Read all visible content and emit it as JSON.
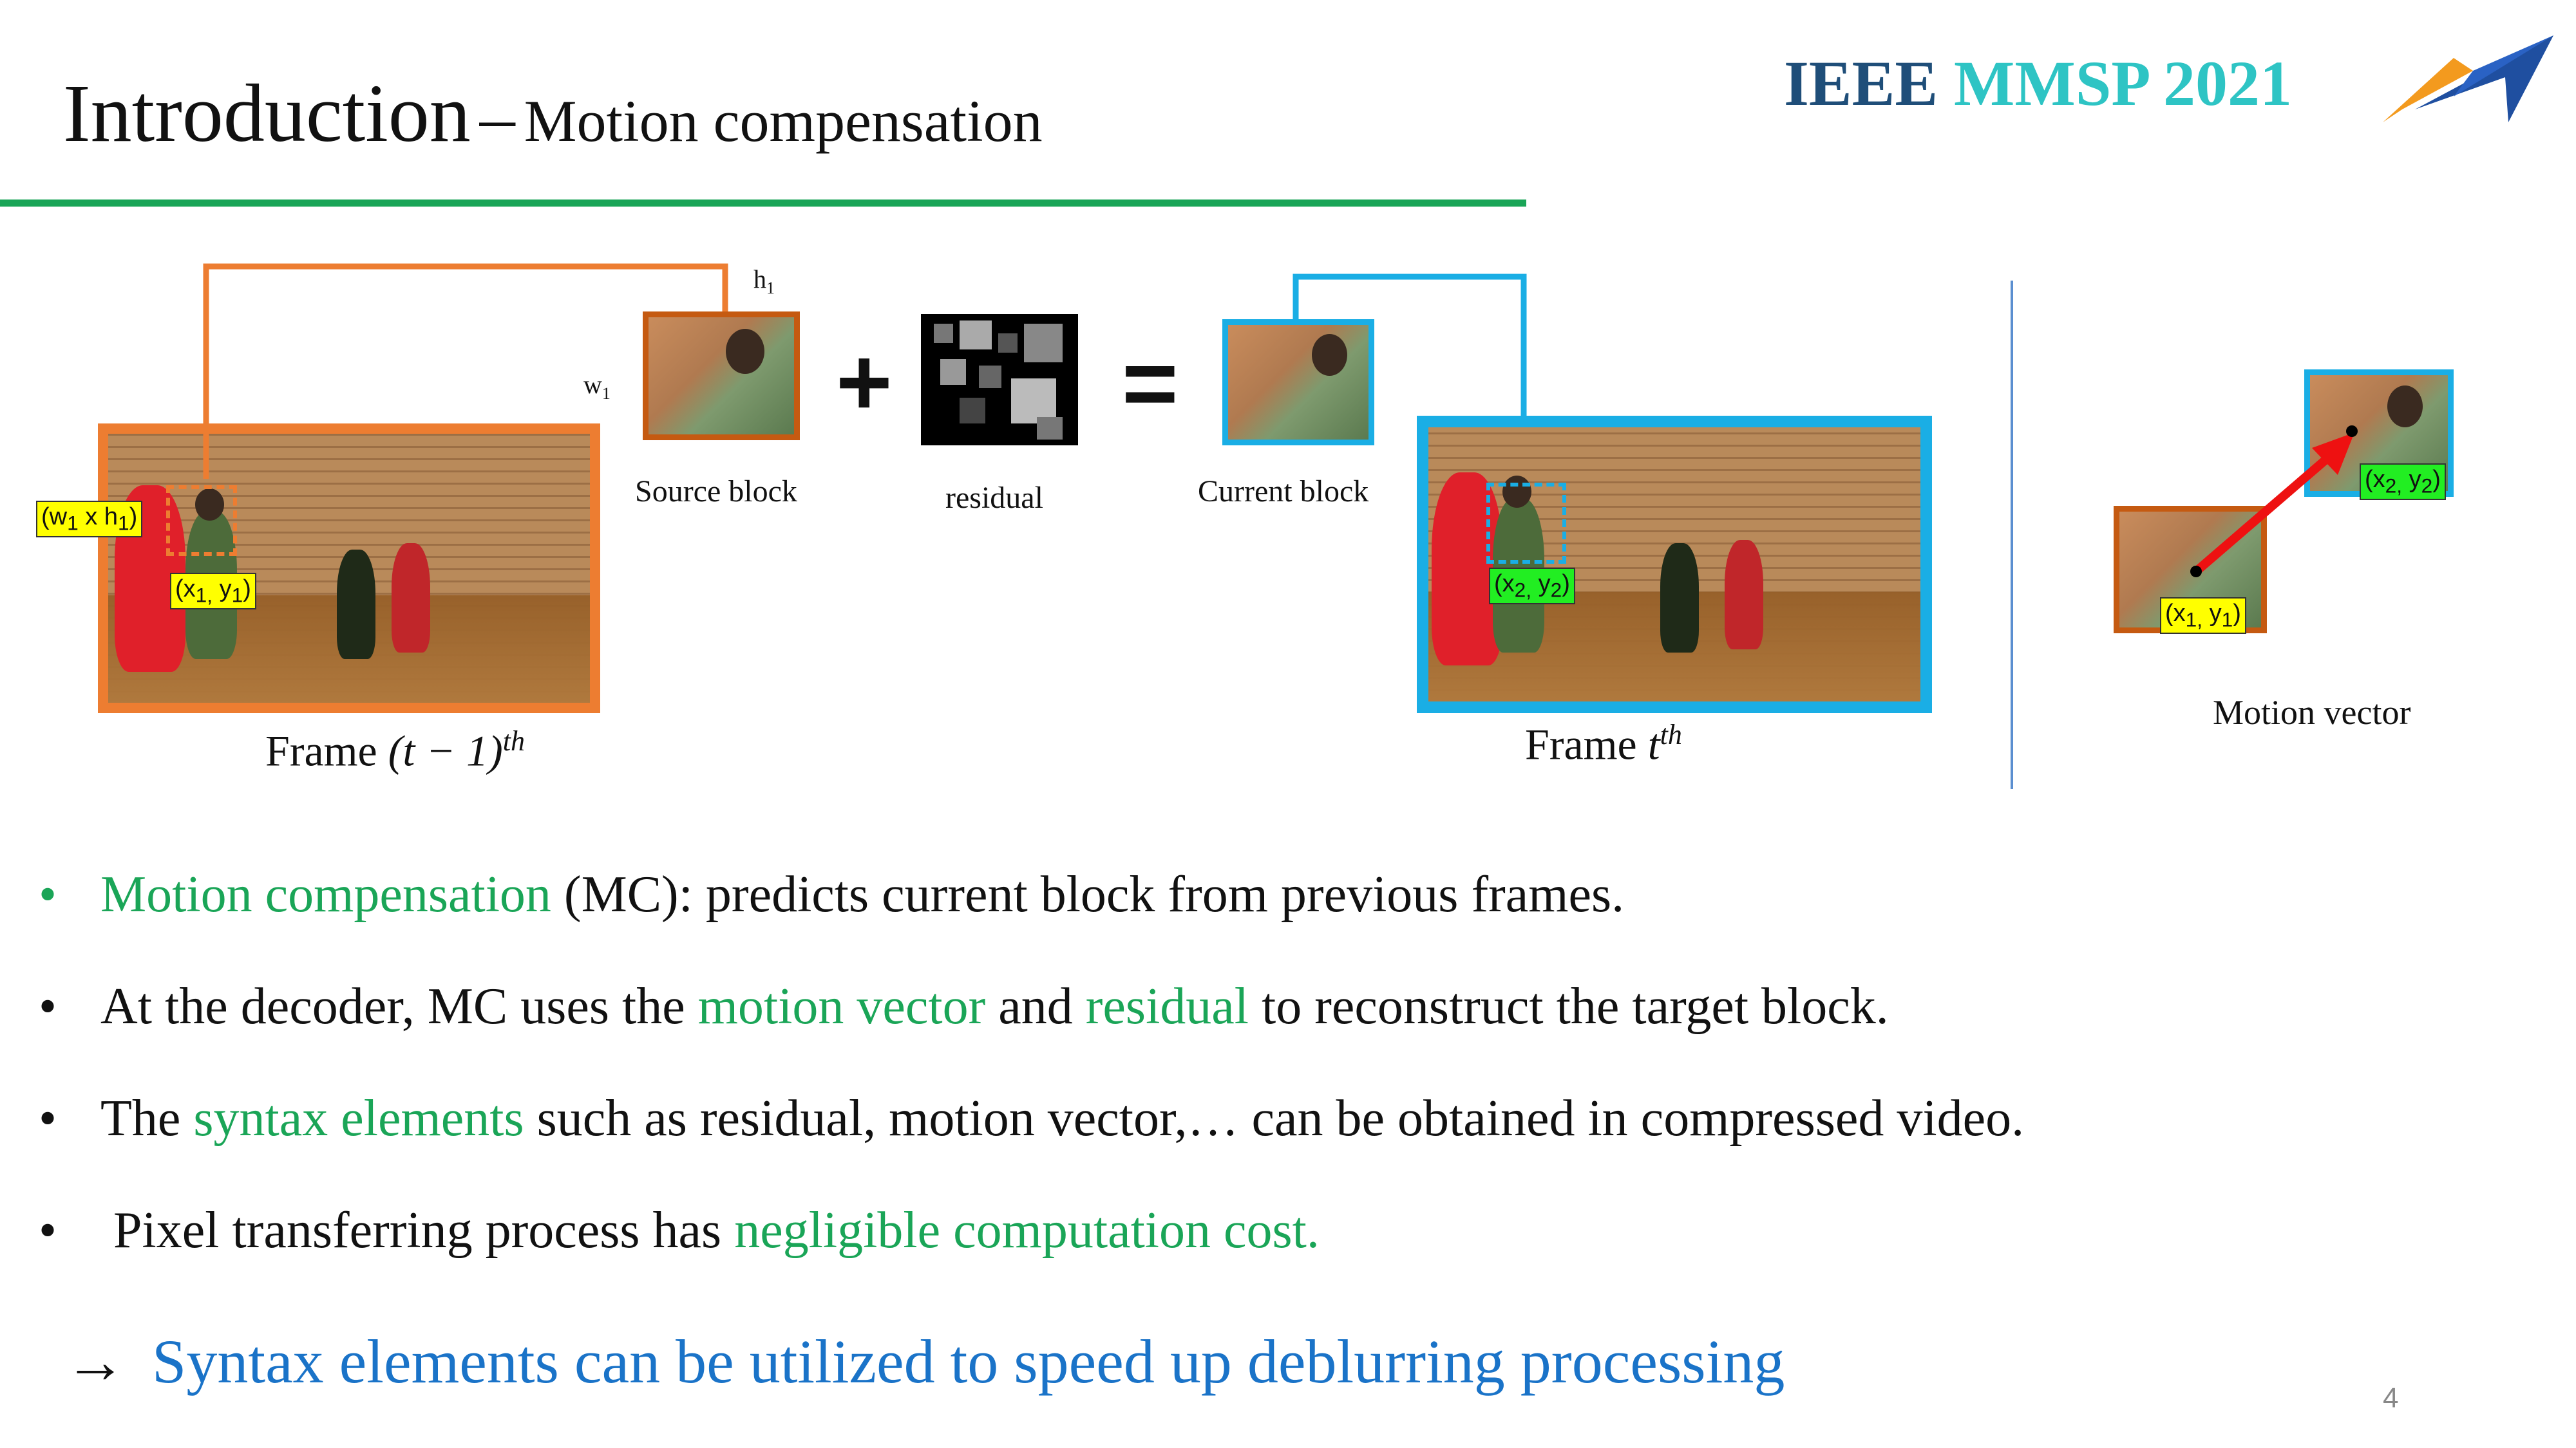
{
  "title": {
    "main": "Introduction",
    "dash": "–",
    "subtitle": "Motion compensation"
  },
  "conference": {
    "part1": "IEEE",
    "part2": "MMSP 2021"
  },
  "colors": {
    "accent_green": "#1aa557",
    "orange": "#ed7d31",
    "blue": "#1aaee5",
    "conclusion_blue": "#1a73c8",
    "title_navy": "#1f4e79",
    "teal": "#2ec4c4"
  },
  "diagram": {
    "frame_prev": {
      "text": "Frame ",
      "math": "(t − 1)",
      "sup": "th"
    },
    "frame_cur": {
      "text": "Frame ",
      "math": "t",
      "sup": "th"
    },
    "source_block": "Source block",
    "residual": "residual",
    "current_block": "Current block",
    "motion_vector": "Motion vector",
    "h_label": "h",
    "h_sub": "1",
    "w_label": "w",
    "w_sub": "1",
    "size_tag": {
      "a": "(w",
      "a_sub": "1",
      "mid": " x h",
      "b_sub": "1",
      "end": ")"
    },
    "pos1_tag": {
      "a": "(x",
      "a_sub": "1,",
      "mid": " y",
      "b_sub": "1",
      "end": ")"
    },
    "pos2_tag": {
      "a": "(x",
      "a_sub": "2,",
      "mid": " y",
      "b_sub": "2",
      "end": ")"
    },
    "plus": "+",
    "equals": "="
  },
  "bullets": [
    {
      "mark": "•",
      "hl1": "Motion compensation",
      "t1": " (MC): predicts current block from previous frames."
    },
    {
      "mark": "•",
      "t1": "At the decoder, MC uses the ",
      "hl1": "motion vector",
      "t2": " and ",
      "hl2": "residual",
      "t3": " to reconstruct the target block."
    },
    {
      "mark": "•",
      "t1": "The ",
      "hl1": "syntax elements",
      "t2": " such as residual, motion vector,… can be obtained in compressed video."
    },
    {
      "mark": "•",
      "t1": " Pixel transferring process has ",
      "hl1": "negligible computation cost."
    }
  ],
  "conclusion": {
    "arrow": "→",
    "text": "Syntax elements can be utilized to speed up deblurring processing"
  },
  "page_number": "4"
}
